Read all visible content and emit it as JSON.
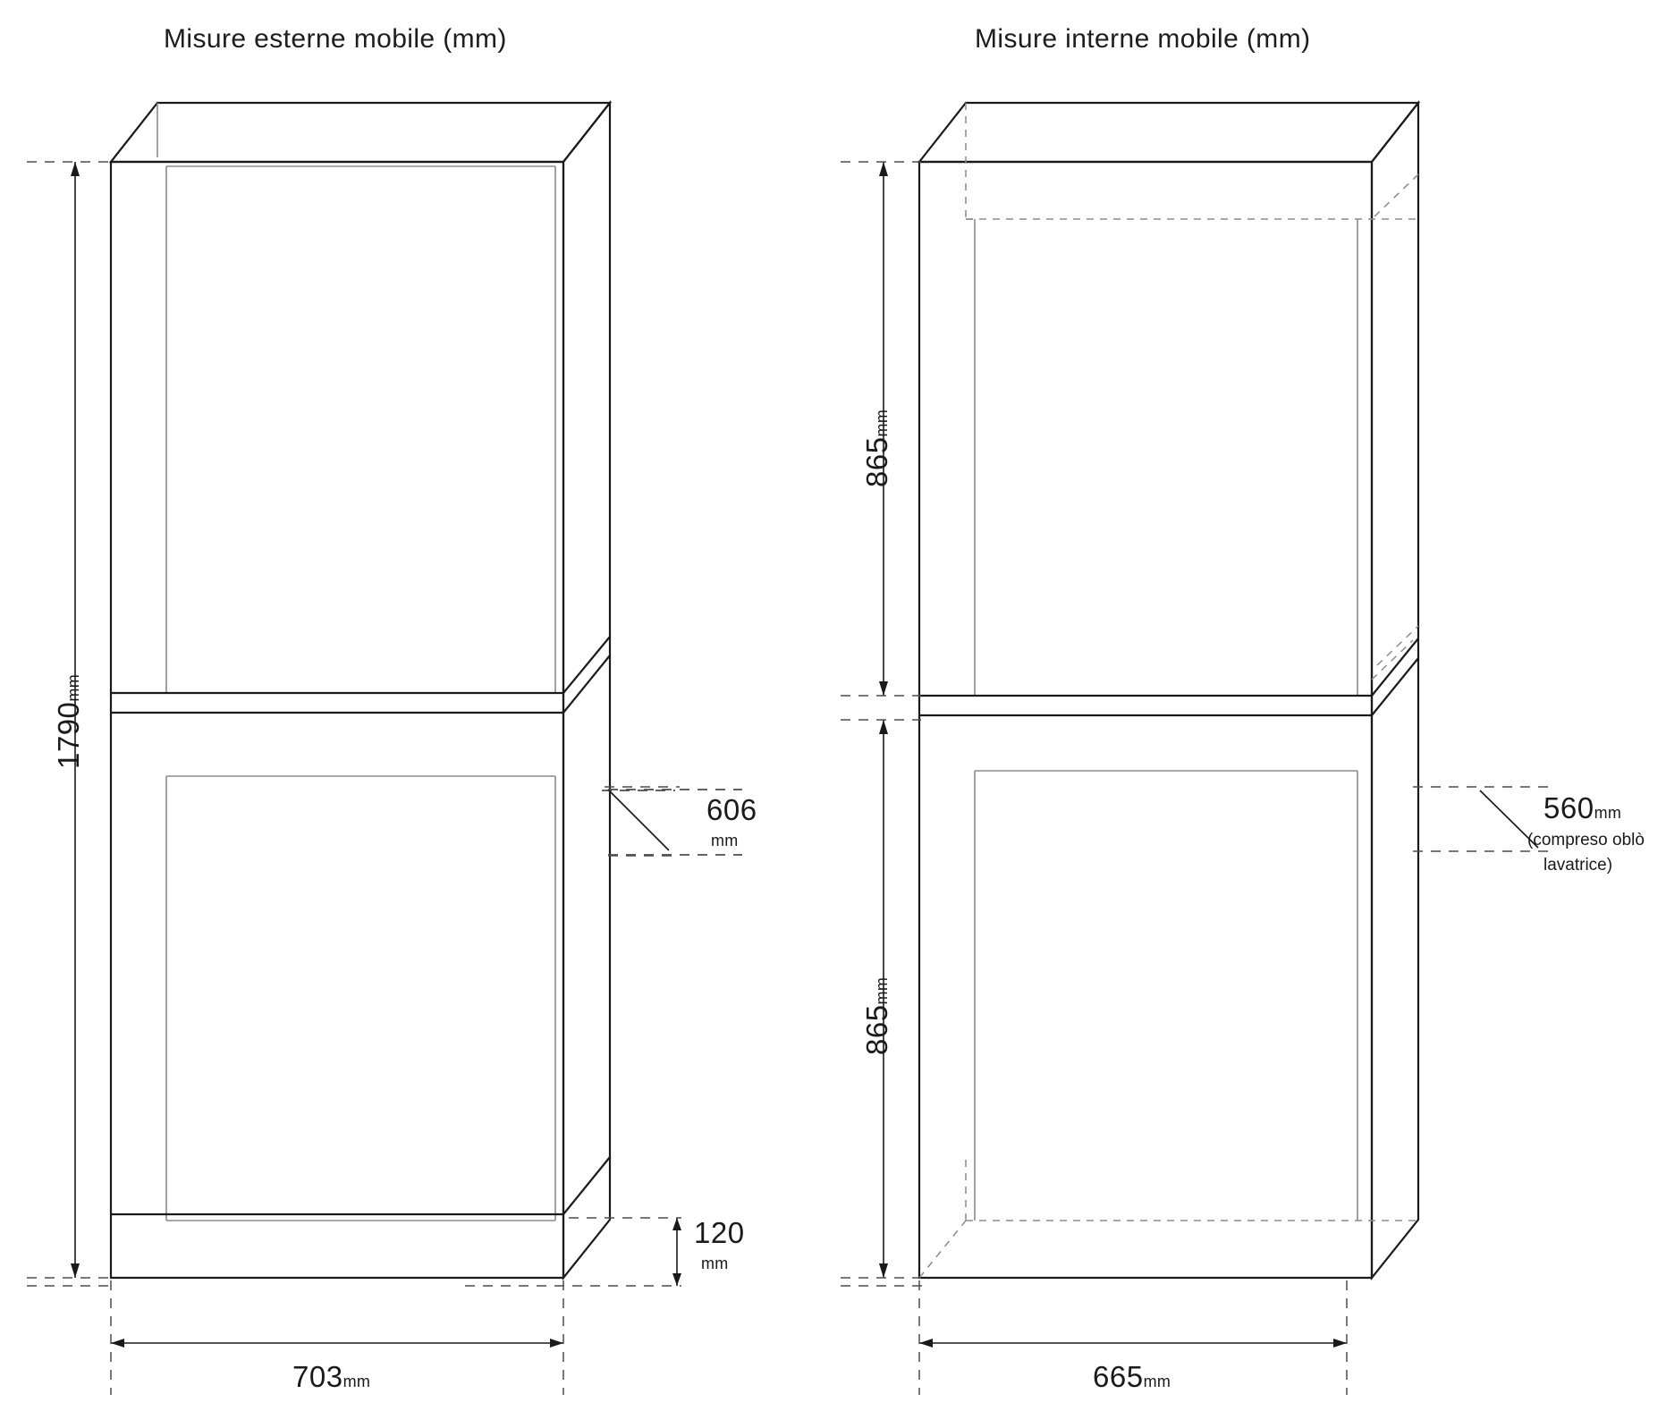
{
  "titles": {
    "left": "Misure esterne mobile (mm)",
    "right": "Misure interne mobile (mm)"
  },
  "units": {
    "mm": "mm"
  },
  "left_diagram": {
    "height_total": "1790",
    "height_total_unit": "mm",
    "depth_callout": "606",
    "depth_callout_unit": "mm",
    "plinth_height": "120",
    "plinth_height_unit": "mm",
    "width_total": "703",
    "width_total_unit": "mm"
  },
  "right_diagram": {
    "upper_height": "865",
    "upper_height_unit": "mm",
    "lower_height": "865",
    "lower_height_unit": "mm",
    "depth_callout": "560",
    "depth_callout_unit": "mm",
    "depth_note_line1": "(compreso oblò",
    "depth_note_line2": "lavatrice)",
    "width_total": "665",
    "width_total_unit": "mm"
  },
  "colors": {
    "line": "#1a1a1a",
    "thin_line": "#8b8b8b",
    "dashed": "#4d4d4d",
    "background": "#ffffff"
  }
}
